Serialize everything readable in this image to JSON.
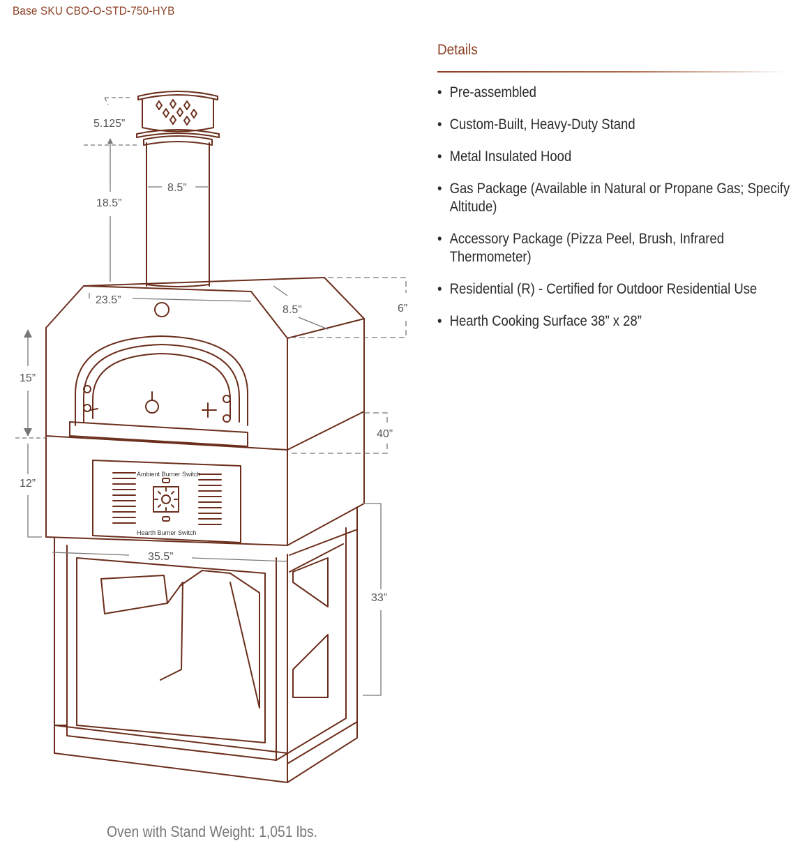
{
  "header": {
    "sku": "Base SKU CBO-O-STD-750-HYB"
  },
  "details": {
    "title": "Details",
    "items": [
      "Pre-assembled",
      "Custom-Built, Heavy-Duty Stand",
      "Metal Insulated Hood",
      "Gas Package (Available in Natural or Propane Gas; Specify Altitude)",
      "Accessory Package (Pizza Peel, Brush, Infrared Thermometer)",
      "Residential (R) - Certified for Outdoor Residential Use",
      "Hearth Cooking Surface 38” x 28”"
    ]
  },
  "diagram": {
    "dims": {
      "cap_height": "5.125”",
      "flue_height": "18.5”",
      "flue_width": "8.5”",
      "hood_front": "23.5”",
      "hood_side": "8.5”",
      "hood_height": "6”",
      "dome_height": "15”",
      "base_height": "12”",
      "oven_depth": "40”",
      "oven_width": "35.5”",
      "stand_height": "33”"
    },
    "labels": {
      "ambient": "Ambient Burner Switch",
      "hearth": "Hearth Burner Switch"
    },
    "line_color": "#6b2e1c"
  },
  "footer": {
    "weight": "Oven with Stand Weight: 1,051 lbs."
  }
}
